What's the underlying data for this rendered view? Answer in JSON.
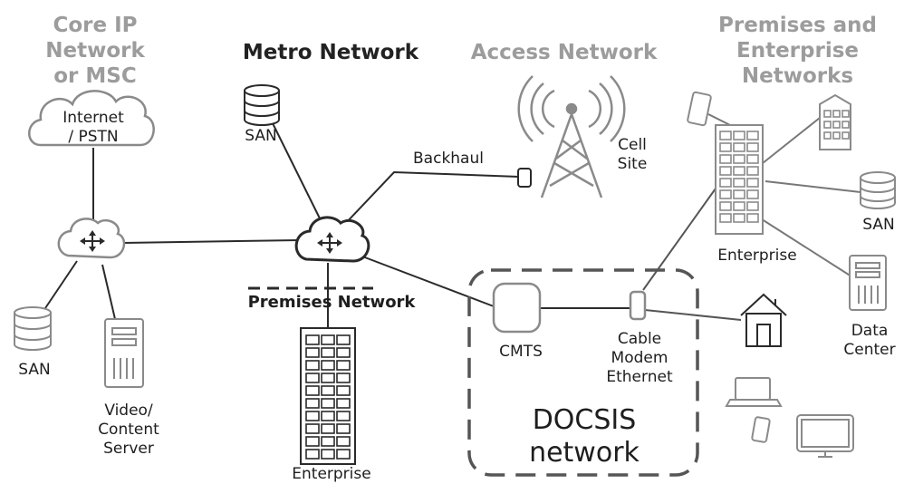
{
  "headers": {
    "core": "Core IP\nNetwork\nor MSC",
    "metro": "Metro Network",
    "access": "Access Network",
    "premises": "Premises and\nEnterprise\nNetworks"
  },
  "labels": {
    "cloud": "Internet\n/ PSTN",
    "san_top": "SAN",
    "san_left": "SAN",
    "san_right": "SAN",
    "backhaul": "Backhaul",
    "cell_site": "Cell\nSite",
    "premises_network": "Premises Network",
    "enterprise_bottom": "Enterprise",
    "enterprise_right": "Enterprise",
    "video_server": "Video/\nContent\nServer",
    "cmts": "CMTS",
    "cable_modem": "Cable\nModem\nEthernet",
    "docsis": "DOCSIS\nnetwork",
    "data_center": "Data\nCenter"
  },
  "colors": {
    "line": "#2a2a2a",
    "light_icon": "#8a8a8a",
    "header_gray": "#9c9c9c"
  }
}
